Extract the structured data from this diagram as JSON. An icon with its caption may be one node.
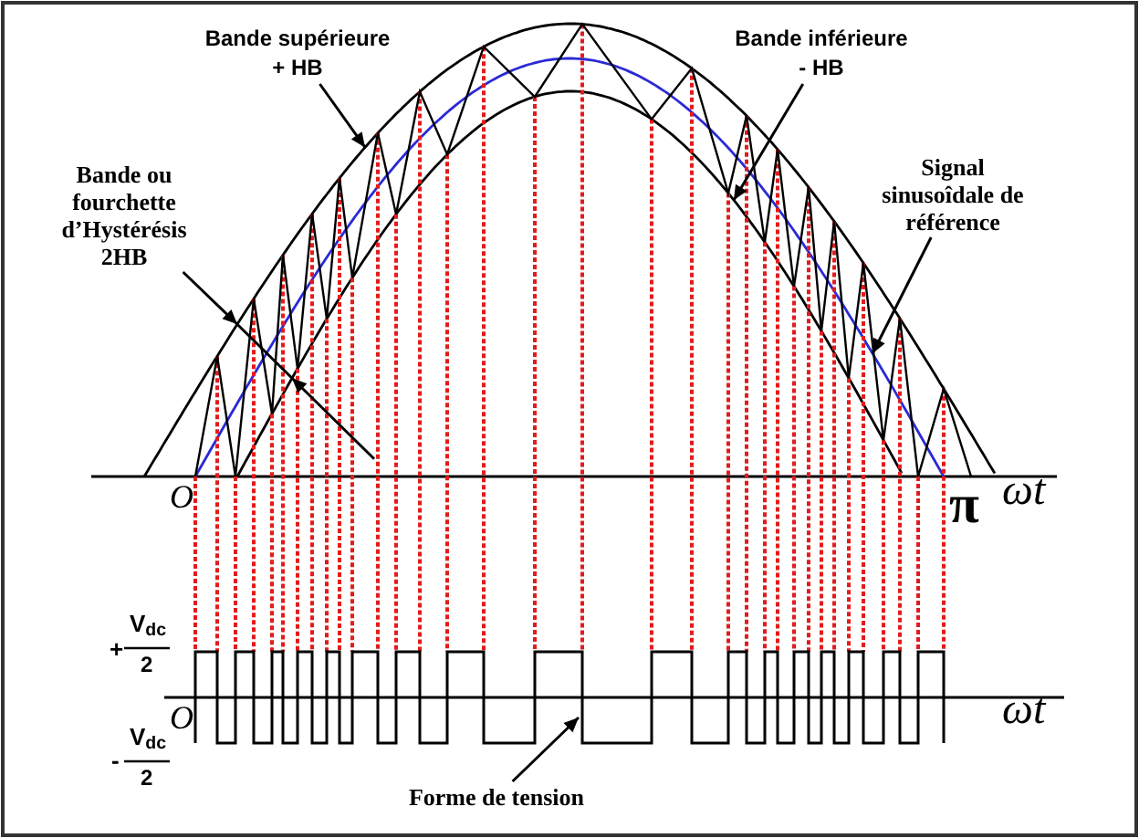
{
  "diagram": {
    "nodes": [
      {
        "text": [
          "Bande supérieure + HB"
        ]
      },
      {
        "text": [
          "Bande inférieure - HB"
        ]
      },
      {
        "text": [
          "Bande ou fourchette d’Hystérésis 2HB"
        ]
      },
      {
        "text": [
          "Signal sinusoîdale de référence"
        ]
      },
      {
        "text": [
          "Forme de tension"
        ]
      }
    ],
    "edges": [
      {
        "from": 0,
        "to": null,
        "arrow": "to"
      },
      {
        "from": 1,
        "to": null,
        "arrow": "to"
      },
      {
        "from": 2,
        "to": null,
        "arrow": "to"
      },
      {
        "from": 3,
        "to": null,
        "arrow": "to"
      },
      {
        "from": 4,
        "to": null,
        "arrow": "to"
      }
    ],
    "labels": [
      "O",
      "π",
      "ωt",
      "V$_{dc}$",
      "+",
      "2",
      "O",
      "ωt",
      "V$_{dc}$",
      "-",
      "2"
    ]
  }
}
